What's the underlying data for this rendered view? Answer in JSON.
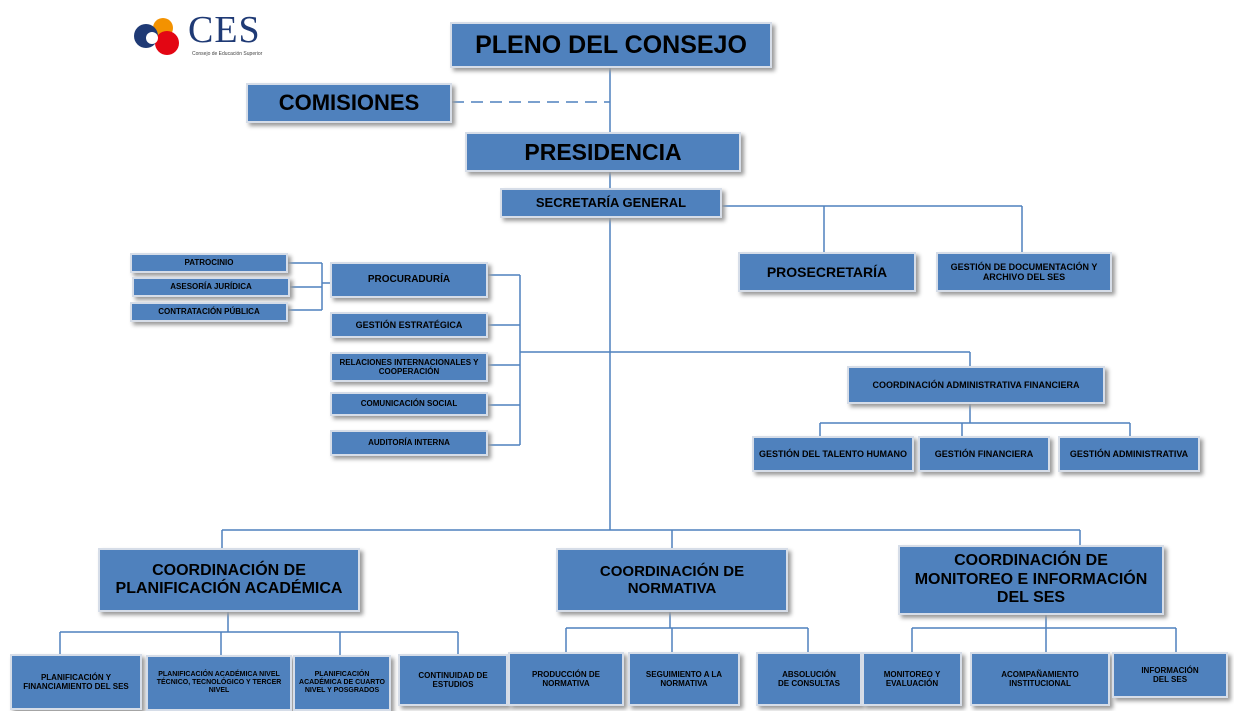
{
  "logo": {
    "text": "CES",
    "subtitle": "Consejo de Educación Superior"
  },
  "nodes": {
    "pleno": "PLENO DEL CONSEJO",
    "comisiones": "COMISIONES",
    "presidencia": "PRESIDENCIA",
    "secretaria": "SECRETARÍA GENERAL",
    "prosecretaria": "PROSECRETARÍA",
    "gestion_documentacion": "GESTIÓN DE DOCUMENTACIÓN Y ARCHIVO DEL SES",
    "patrocinio": "PATROCINIO",
    "asesoria": "ASESORÍA JURÍDICA",
    "contratacion": "CONTRATACIÓN PÚBLICA",
    "procuraduria": "PROCURADURÍA",
    "gestion_estrategica": "GESTIÓN ESTRATÉGICA",
    "relaciones": "RELACIONES INTERNACIONALES Y COOPERACIÓN",
    "comunicacion": "COMUNICACIÓN SOCIAL",
    "auditoria": "AUDITORÍA INTERNA",
    "coord_admin": "COORDINACIÓN ADMINISTRATIVA FINANCIERA",
    "talento": "GESTIÓN DEL TALENTO HUMANO",
    "financiera": "GESTIÓN FINANCIERA",
    "administrativa": "GESTIÓN ADMINISTRATIVA",
    "coord_planificacion": "COORDINACIÓN DE PLANIFICACIÓN ACADÉMICA",
    "coord_normativa": "COORDINACIÓN DE NORMATIVA",
    "coord_monitoreo": "COORDINACIÓN DE MONITOREO E INFORMACIÓN DEL SES",
    "plan_financiamiento": "PLANIFICACIÓN Y FINANCIAMIENTO DEL SES",
    "plan_tecnico": "PLANIFICACIÓN ACADÉMICA NIVEL TÉCNICO, TECNOLÓGICO Y TERCER NIVEL",
    "plan_cuarto": "PLANIFICACIÓN ACADÉMICA DE CUARTO NIVEL Y POSGRADOS",
    "continuidad": "CONTINUIDAD DE ESTUDIOS",
    "produccion": "PRODUCCIÓN DE NORMATIVA",
    "seguimiento": "SEGUIMIENTO A LA NORMATIVA",
    "absolucion": "ABSOLUCIÓN DE CONSULTAS",
    "monitoreo": "MONITOREO Y EVALUACIÓN",
    "acompanamiento": "ACOMPAÑAMIENTO INSTITUCIONAL",
    "informacion": "INFORMACIÓN DEL SES"
  },
  "colors": {
    "box_fill": "#4f81bd",
    "line": "#4f81bd",
    "logo_orange": "#f39200",
    "logo_red": "#e30613",
    "logo_blue": "#1f3a75"
  }
}
